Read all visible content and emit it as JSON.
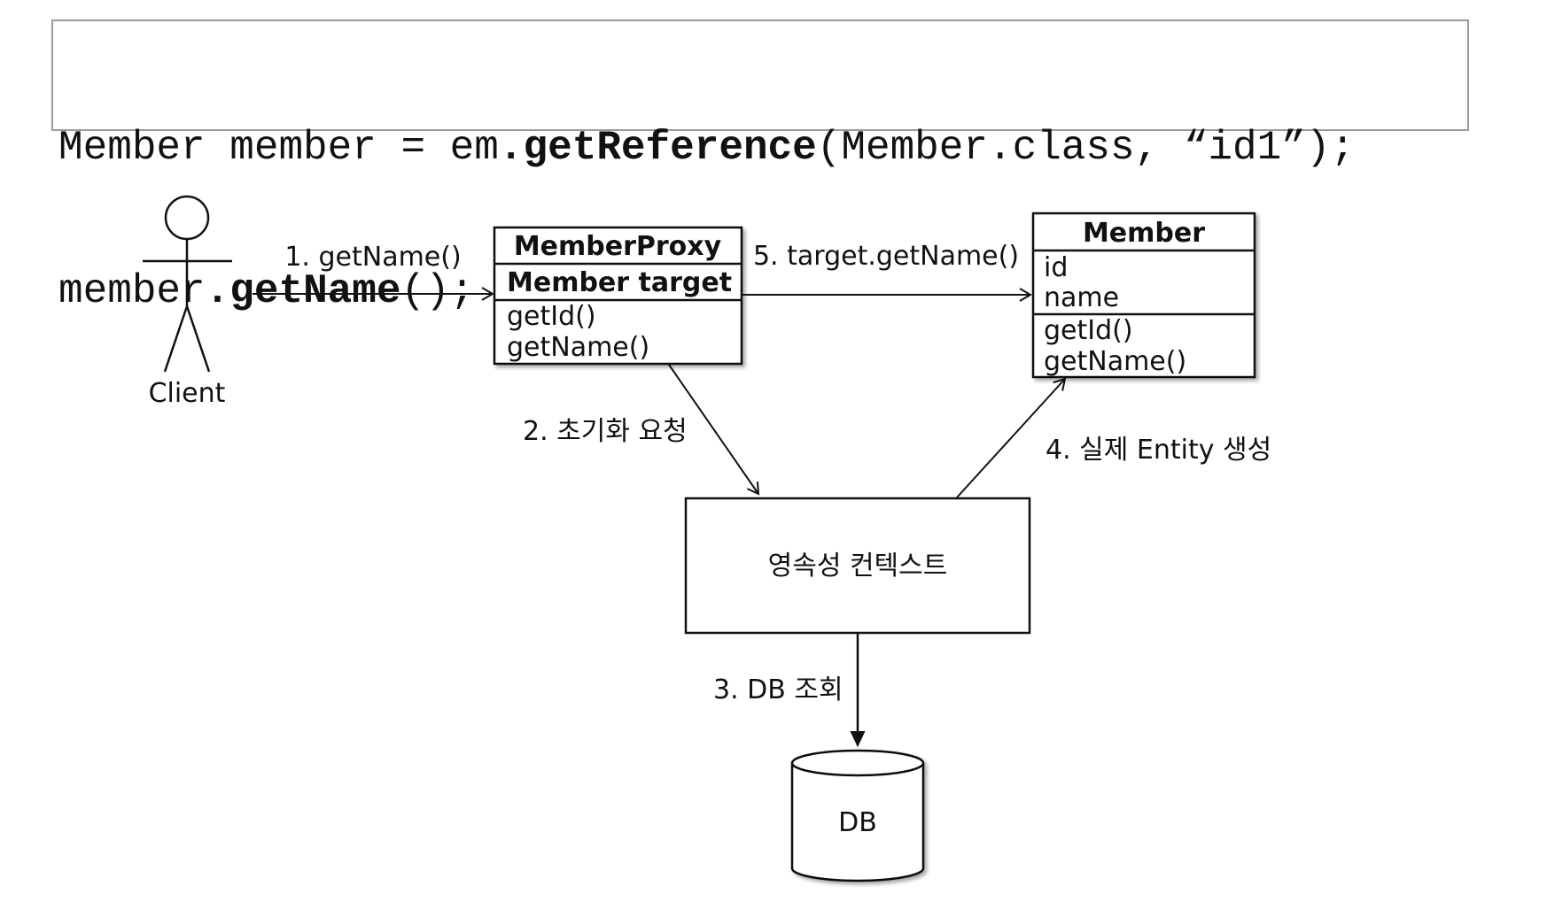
{
  "code": {
    "line1": {
      "before": "Member member = em",
      "dot": ".",
      "method": "getReference",
      "after": "(Member.class, “id1”);"
    },
    "line2": {
      "before": "member",
      "dot": ".",
      "method": "getName",
      "after": "();"
    }
  },
  "diagram": {
    "client": {
      "label": "Client"
    },
    "proxy": {
      "title": "MemberProxy",
      "field": "Member target",
      "methods": [
        "getId()",
        "getName()"
      ]
    },
    "member": {
      "title": "Member",
      "fields": [
        "id",
        "name"
      ],
      "methods": [
        "getId()",
        "getName()"
      ]
    },
    "context": {
      "label": "영속성 컨텍스트"
    },
    "db": {
      "label": "DB"
    },
    "steps": {
      "step1": "1. getName()",
      "step2": "2. 초기화 요청",
      "step3": "3. DB 조회",
      "step4": "4. 실제 Entity 생성",
      "step5": "5. target.getName()"
    }
  }
}
